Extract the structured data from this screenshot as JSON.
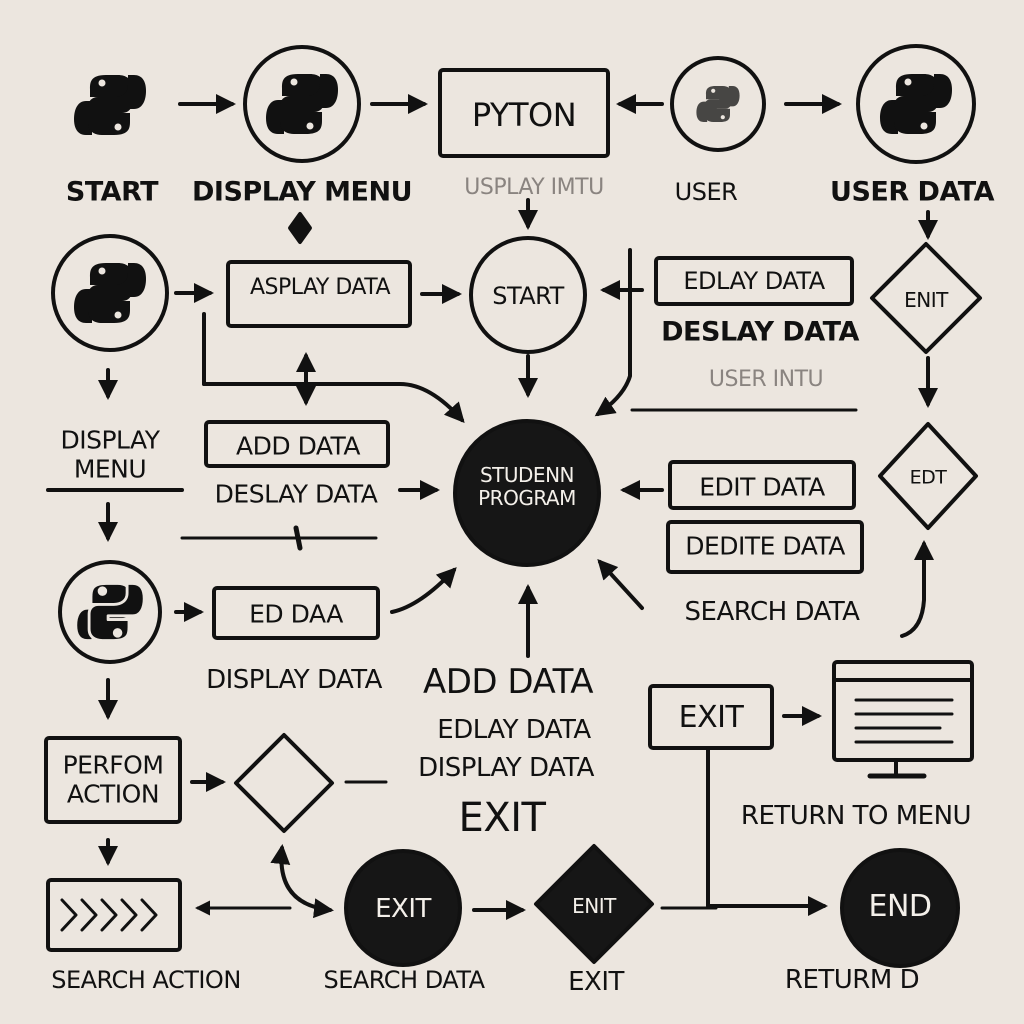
{
  "nodes": {
    "start_label": "START",
    "display_menu_top": "DISPLAY MENU",
    "pyton_box": "PYTON",
    "usplay_imtu": "USPLAY IMTU",
    "user_label": "USER",
    "user_data_label": "USER DATA",
    "asplay_data_box": "ASPLAY DATA",
    "start_circle": "START",
    "edlay_data_box": "EDLAY DATA",
    "deslay_data_right": "DESLAY DATA",
    "enit_diamond": "ENIT",
    "user_intu_faint": "USER INTU",
    "display_menu_left": "DISPLAY MENU",
    "add_data_box": "ADD DATA",
    "deslay_data_mid": "DESLAY DATA",
    "center_program": "STUDENN PROGRAM",
    "edit_data_box": "EDIT DATA",
    "dedite_data_box": "DEDITE DATA",
    "edt_diamond": "EDT",
    "ed_daa_box": "ED DAA",
    "search_data_right": "SEARCH DATA",
    "display_data_left": "DISPLAY DATA",
    "add_data_thin": "ADD DATA",
    "edlay_data_thin": "EDLAY DATA",
    "display_data_thin": "DISPLAY DATA",
    "exit_thin": "EXIT",
    "exit_box": "EXIT",
    "return_to_menu": "RETURN TO MENU",
    "perform_action_box": "PERFOM ACTION",
    "exit_circle": "EXIT",
    "enit_diamond_bottom": "ENIT",
    "end_circle": "END",
    "search_action": "SEARCH ACTION",
    "search_data_bottom": "SEARCH DATA",
    "exit_bottom": "EXIT",
    "return_d": "RETURM D"
  },
  "colors": {
    "background": "#ece6df",
    "ink": "#111111",
    "filled_node": "#161616"
  },
  "icons": [
    "python-logo-icon",
    "monitor-icon",
    "chevron-arrows-icon"
  ]
}
